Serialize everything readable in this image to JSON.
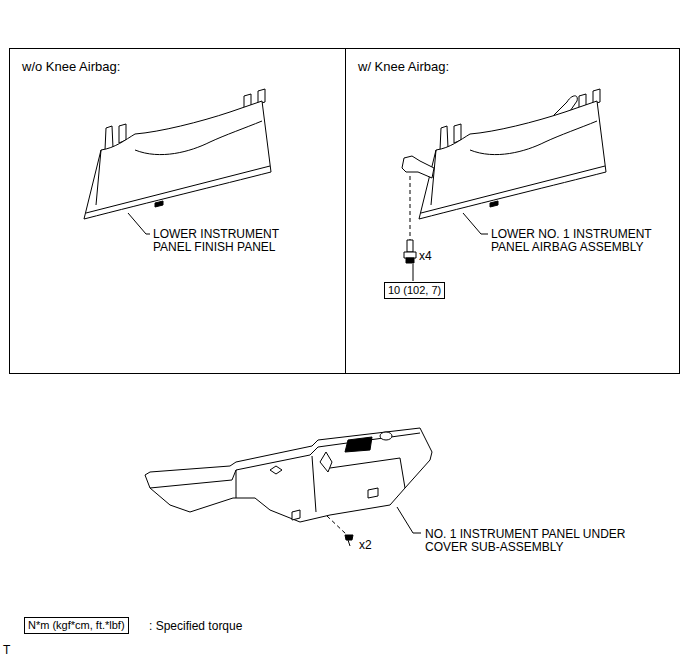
{
  "diagram": {
    "nodes": [
      {
        "text": [
          "w/o Knee Airbag:"
        ]
      },
      {
        "text": [
          "w/ Knee Airbag:"
        ]
      },
      {
        "text": [
          "10 (102, 7)"
        ],
        "in": 1
      },
      {
        "text": [
          "N*m (kgf*cm, ft.*lbf)"
        ]
      }
    ],
    "labels": [
      "LOWER INSTRUMENT PANEL FINISH PANEL",
      "x4",
      "LOWER NO. 1 INSTRUMENT PANEL AIRBAG ASSEMBLY",
      "x2",
      "NO. 1 INSTRUMENT PANEL UNDER COVER SUB-ASSEMBLY",
      ": Specified torque",
      "T"
    ]
  }
}
